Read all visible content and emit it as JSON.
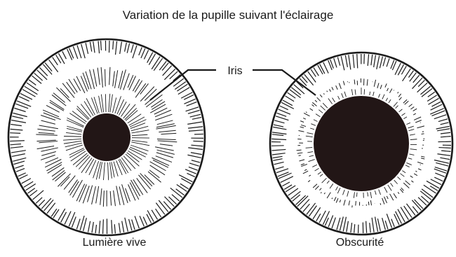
{
  "title": "Variation de la pupille suivant l'éclairage",
  "iris_label": "Iris",
  "eyes": [
    {
      "caption": "Lumière vive"
    },
    {
      "caption": "Obscurité"
    }
  ],
  "colors": {
    "ink": "#1a1a1a",
    "pupil": "#221616",
    "background": "#ffffff"
  }
}
